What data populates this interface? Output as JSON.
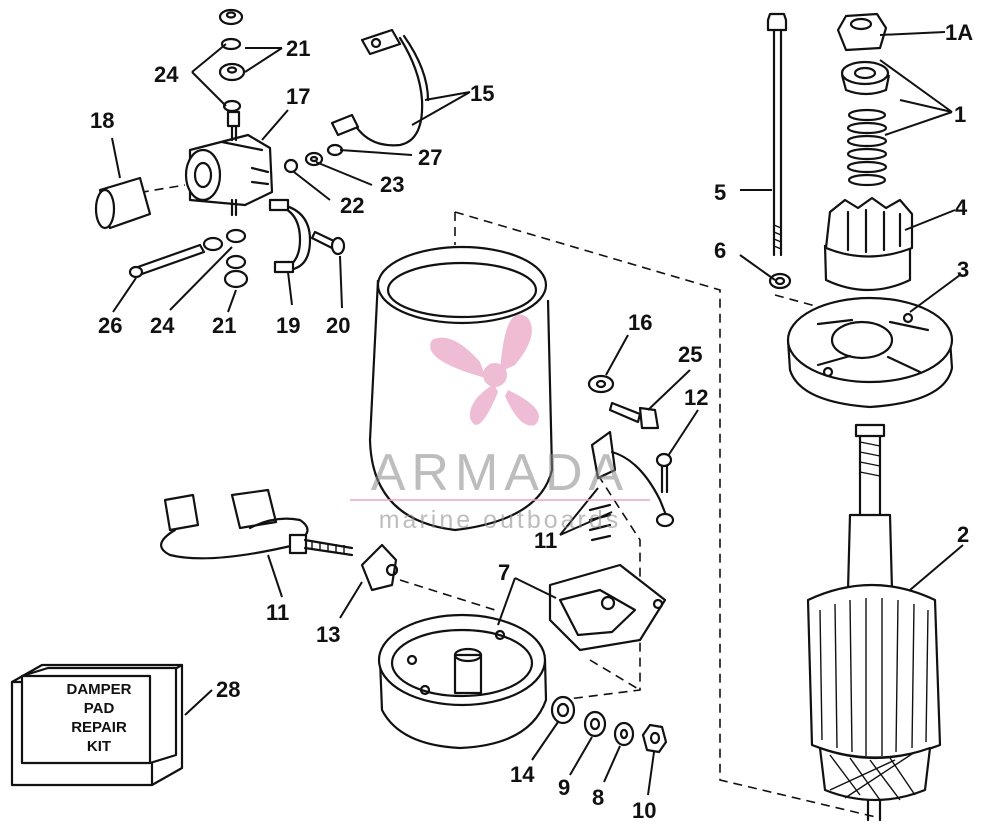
{
  "labels": {
    "l1A": "1A",
    "l1": "1",
    "l2": "2",
    "l3": "3",
    "l4": "4",
    "l5": "5",
    "l6": "6",
    "l7": "7",
    "l8": "8",
    "l9": "9",
    "l10": "10",
    "l11a": "11",
    "l11b": "11",
    "l12": "12",
    "l13": "13",
    "l14": "14",
    "l15": "15",
    "l16": "16",
    "l17": "17",
    "l18": "18",
    "l19": "19",
    "l20": "20",
    "l21a": "21",
    "l21b": "21",
    "l22": "22",
    "l23": "23",
    "l24a": "24",
    "l24b": "24",
    "l25": "25",
    "l26": "26",
    "l27": "27",
    "l28": "28"
  },
  "kit": {
    "line1": "DAMPER",
    "line2": "PAD",
    "line3": "REPAIR",
    "line4": "KIT"
  },
  "watermark": {
    "name": "ARMADA",
    "sub": "marine outboards",
    "color": "#e9a6c6"
  }
}
